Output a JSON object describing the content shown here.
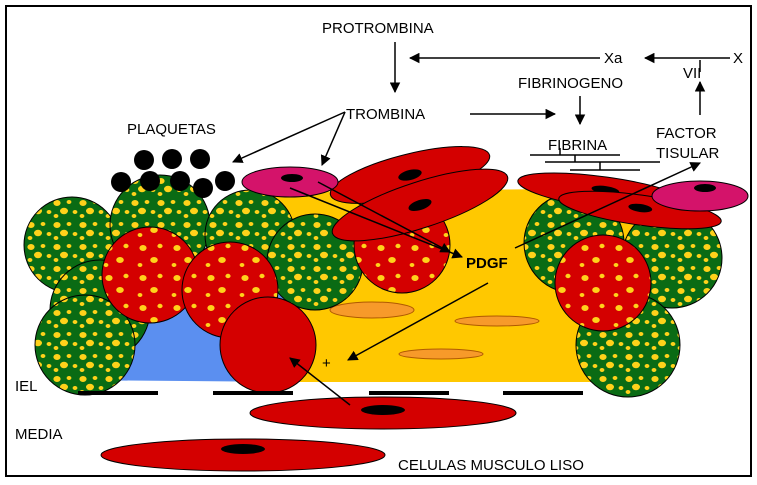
{
  "labels": {
    "protrombina": "PROTROMBINA",
    "xa": "Xa",
    "x": "X",
    "vii": "VII",
    "fibrinogeno": "FIBRINOGENO",
    "trombina": "TROMBINA",
    "plaquetas": "PLAQUETAS",
    "fibrina": "FIBRINA",
    "factor_line1": "FACTOR",
    "factor_line2": "TISULAR",
    "pdgf": "PDGF",
    "plus": "+",
    "iel": "IEL",
    "media": "MEDIA",
    "celulas": "CELULAS MUSCULO  LISO"
  },
  "colors": {
    "yellow_region": "#ffc800",
    "blue_region": "#5b8ff0",
    "green_cell": "#0a6b14",
    "red_cell": "#d40000",
    "magenta_cell": "#d4136a",
    "orange_cell": "#f79a2a",
    "platelet": "#000000",
    "border": "#000000"
  }
}
